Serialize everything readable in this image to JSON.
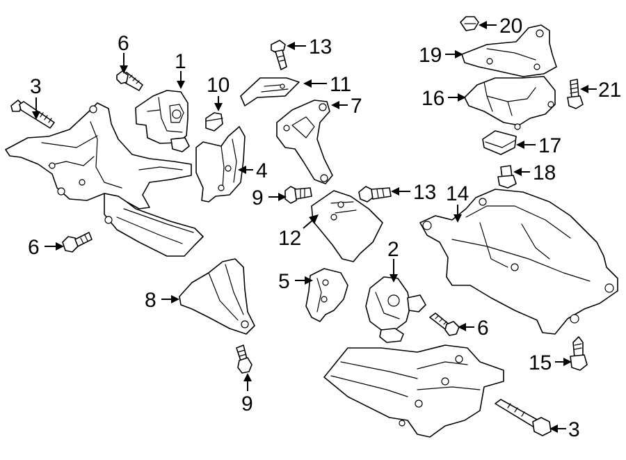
{
  "callouts": [
    {
      "id": "1a",
      "text": "1"
    },
    {
      "id": "2a",
      "text": "2"
    },
    {
      "id": "3a",
      "text": "3"
    },
    {
      "id": "3b",
      "text": "3"
    },
    {
      "id": "4a",
      "text": "4"
    },
    {
      "id": "5a",
      "text": "5"
    },
    {
      "id": "6a",
      "text": "6"
    },
    {
      "id": "6b",
      "text": "6"
    },
    {
      "id": "6c",
      "text": "6"
    },
    {
      "id": "7a",
      "text": "7"
    },
    {
      "id": "8a",
      "text": "8"
    },
    {
      "id": "9a",
      "text": "9"
    },
    {
      "id": "9b",
      "text": "9"
    },
    {
      "id": "10a",
      "text": "10"
    },
    {
      "id": "11a",
      "text": "11"
    },
    {
      "id": "12a",
      "text": "12"
    },
    {
      "id": "13a",
      "text": "13"
    },
    {
      "id": "13b",
      "text": "13"
    },
    {
      "id": "14a",
      "text": "14"
    },
    {
      "id": "15a",
      "text": "15"
    },
    {
      "id": "16a",
      "text": "16"
    },
    {
      "id": "17a",
      "text": "17"
    },
    {
      "id": "18a",
      "text": "18"
    },
    {
      "id": "19a",
      "text": "19"
    },
    {
      "id": "20a",
      "text": "20"
    },
    {
      "id": "21a",
      "text": "21"
    }
  ]
}
